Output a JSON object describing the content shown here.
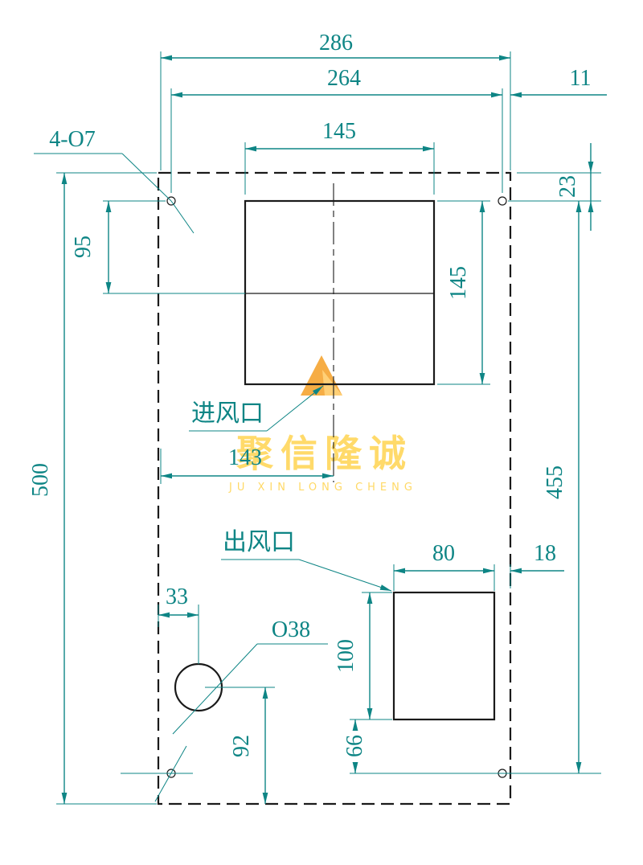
{
  "drawing": {
    "labels": {
      "inlet": "进风口",
      "outlet": "出风口",
      "hole_note": "4-O7",
      "circle_note": "O38"
    },
    "dims": {
      "overall_width": "286",
      "hole_span_width": "264",
      "right_edge_offset": "11",
      "inlet_width": "145",
      "inlet_center_from_top": "95",
      "hole_row_from_top": "23",
      "inlet_height": "145",
      "overall_height": "500",
      "hole_span_height": "455",
      "inlet_center_from_left": "143",
      "outlet_width": "80",
      "outlet_from_right_edge": "18",
      "circle_center_from_left": "33",
      "outlet_height": "100",
      "circle_center_from_bottom": "92",
      "outlet_bottom_offset": "66"
    },
    "watermark": {
      "name": "聚信隆诚",
      "subtitle": "JU XIN LONG CHENG"
    },
    "colors": {
      "dimension_teal": "#0E8585",
      "geometry_black": "#1A1A1A",
      "watermark_orange": "#F5A93B",
      "watermark_yellow": "#FFD75E"
    }
  }
}
